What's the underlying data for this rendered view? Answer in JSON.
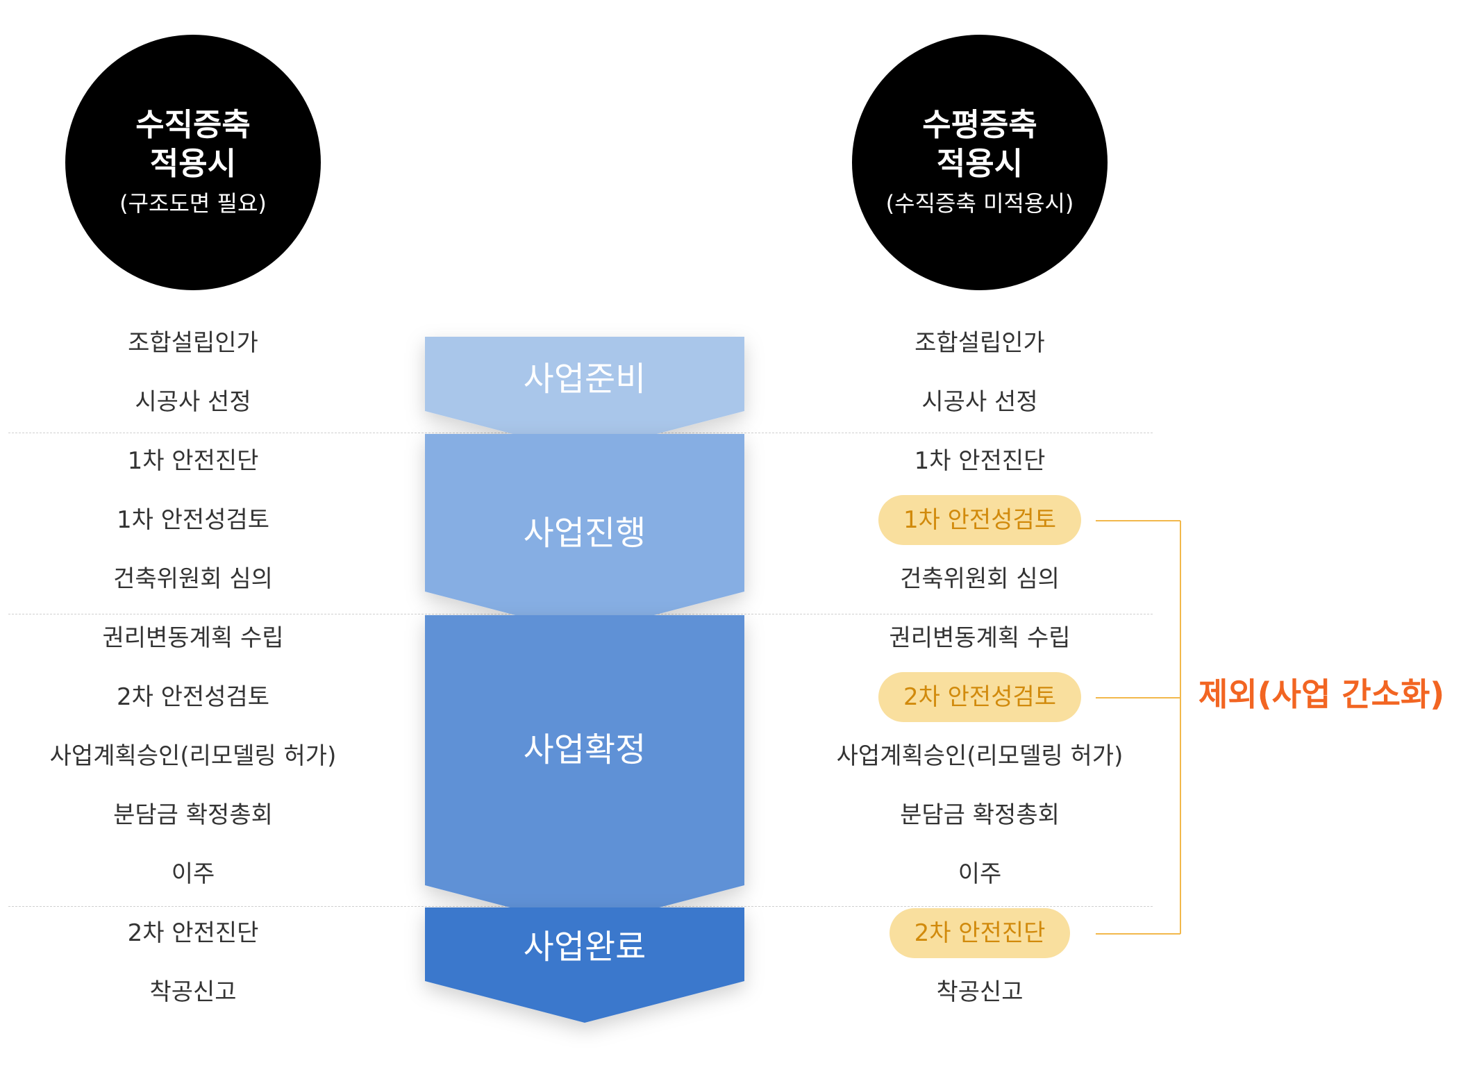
{
  "left": {
    "circle": {
      "line1": "수직증축",
      "line2": "적용시",
      "line3": "(구조도면 필요)"
    },
    "steps": [
      "조합설립인가",
      "시공사 선정",
      "1차 안전진단",
      "1차 안전성검토",
      "건축위원회 심의",
      "권리변동계획 수립",
      "2차 안전성검토",
      "사업계획승인(리모델링 허가)",
      "분담금 확정총회",
      "이주",
      "2차 안전진단",
      "착공신고"
    ]
  },
  "right": {
    "circle": {
      "line1": "수평증축",
      "line2": "적용시",
      "line3": "(수직증축 미적용시)"
    },
    "steps": [
      "조합설립인가",
      "시공사 선정",
      "1차 안전진단",
      "1차 안전성검토",
      "건축위원회 심의",
      "권리변동계획 수립",
      "2차 안전성검토",
      "사업계획승인(리모델링 허가)",
      "분담금 확정총회",
      "이주",
      "2차 안전진단",
      "착공신고"
    ]
  },
  "stages": [
    {
      "label": "사업준비",
      "color": "#a9c6ea"
    },
    {
      "label": "사업진행",
      "color": "#86aee3"
    },
    {
      "label": "사업확정",
      "color": "#5f91d6"
    },
    {
      "label": "사업완료",
      "color": "#3b78cc"
    }
  ],
  "excluded": {
    "label": "제외(사업 간소화)",
    "color": "#f26522",
    "highlight_fill": "#f9df9e",
    "highlight_text": "#d18a0c",
    "bracket_color": "#f2b84b"
  }
}
